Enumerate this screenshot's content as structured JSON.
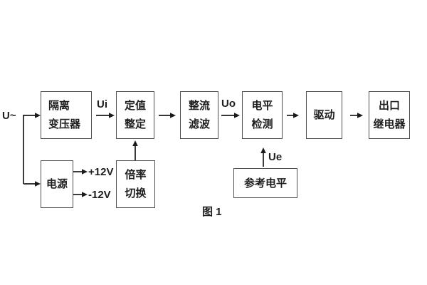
{
  "figure": {
    "caption": "图 1",
    "input_label": "U~",
    "signal_labels": {
      "ui": "Ui",
      "uo": "Uo",
      "ue": "Ue"
    },
    "power_labels": {
      "positive": "+12V",
      "negative": "-12V"
    },
    "blocks": {
      "isolation_transformer": {
        "lines": [
          "隔离",
          "变压器"
        ]
      },
      "setpoint_adjust": {
        "lines": [
          "定值",
          "整定"
        ]
      },
      "rectifier_filter": {
        "lines": [
          "整流",
          "滤波"
        ]
      },
      "level_detector": {
        "lines": [
          "电平",
          "检测"
        ]
      },
      "driver": {
        "lines": [
          "驱动"
        ]
      },
      "output_relay": {
        "lines": [
          "出口",
          "继电器"
        ]
      },
      "power_supply": {
        "lines": [
          "电源"
        ]
      },
      "ratio_switch": {
        "lines": [
          "倍率",
          "切换"
        ]
      },
      "reference_level": {
        "lines": [
          "参考电平"
        ]
      }
    },
    "colors": {
      "box_border": "#4f4f4f",
      "text": "#1e1e1e",
      "wire": "#1a1a1a",
      "background": "#ffffff"
    }
  }
}
